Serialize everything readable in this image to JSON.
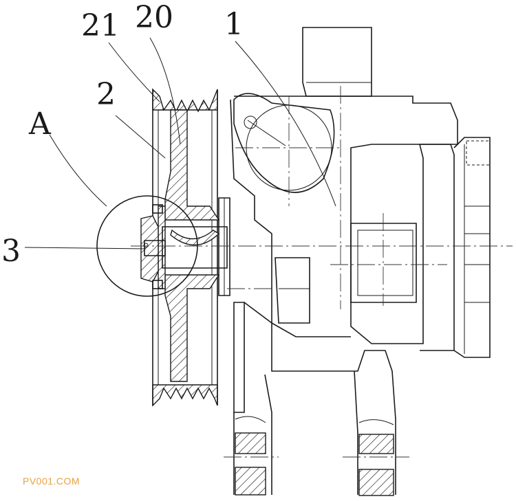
{
  "labels": {
    "l21": "21",
    "l20": "20",
    "l1": "1",
    "l2": "2",
    "lA": "A",
    "l3": "3"
  },
  "watermark": {
    "text": "PV001.COM",
    "color": "#e8a040"
  }
}
